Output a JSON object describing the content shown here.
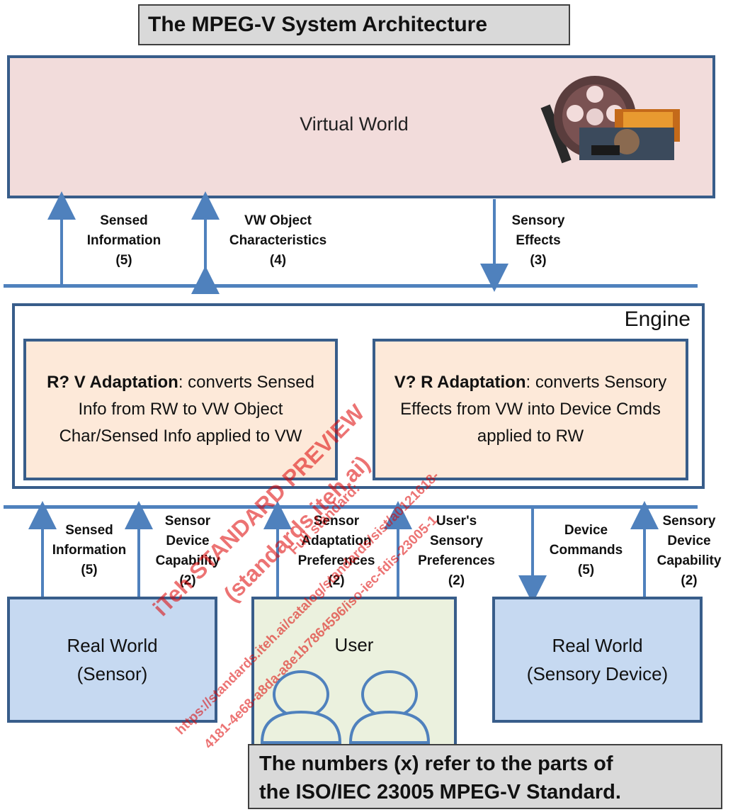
{
  "title": "The MPEG-V System Architecture",
  "virtual_world": {
    "label": "Virtual World"
  },
  "upper_arrows": [
    {
      "line1": "Sensed",
      "line2": "Information",
      "line3": "(5)"
    },
    {
      "line1": "VW Object",
      "line2": "Characteristics",
      "line3": "(4)"
    },
    {
      "line1": "Sensory",
      "line2": "Effects",
      "line3": "(3)"
    }
  ],
  "engine": {
    "label": "Engine",
    "rv": {
      "bold": "R?  V Adaptation",
      "text": ": converts Sensed Info from RW to VW Object Char/Sensed Info applied to VW"
    },
    "vr": {
      "bold": "V?  R Adaptation",
      "text": ": converts Sensory Effects from VW into Device Cmds applied to RW"
    }
  },
  "lower_arrows": [
    {
      "line1": "Sensed",
      "line2": "Information",
      "line3": "(5)"
    },
    {
      "line1": "Sensor",
      "line2": "Device",
      "line3": "Capability",
      "line4": "(2)"
    },
    {
      "line1": "Sensor",
      "line2": "Adaptation",
      "line3": "Preferences",
      "line4": "(2)"
    },
    {
      "line1": "User's",
      "line2": "Sensory",
      "line3": "Preferences",
      "line4": "(2)"
    },
    {
      "line1": "Device",
      "line2": "Commands",
      "line3": "(5)"
    },
    {
      "line1": "Sensory",
      "line2": "Device",
      "line3": "Capability",
      "line4": "(2)"
    }
  ],
  "real_world_sensor": {
    "line1": "Real World",
    "line2": "(Sensor)"
  },
  "user": {
    "label": "User"
  },
  "real_world_device": {
    "line1": "Real World",
    "line2": "(Sensory Device)"
  },
  "note": {
    "line1": "The numbers (x) refer to the parts of",
    "line2": "the ISO/IEC 23005 MPEG-V Standard."
  },
  "watermark": {
    "line1": "iTeh STANDARD PREVIEW",
    "line2": "(standards.iteh.ai)",
    "line3": "Full standard:",
    "line4": "https://standards.iteh.ai/catalog/standards/sist/a0121618-",
    "line5": "4181-4e68-a8da-a8e1b7864596/iso-iec-fdis-23005-1"
  },
  "colors": {
    "border": "#385d8a",
    "arrow": "#4f81bd",
    "vw_fill": "#f2dcdb",
    "adapt_fill": "#fde9d9",
    "rw_fill": "#c6d9f1",
    "user_fill": "#ebf1de",
    "watermark": "#dc0000"
  }
}
